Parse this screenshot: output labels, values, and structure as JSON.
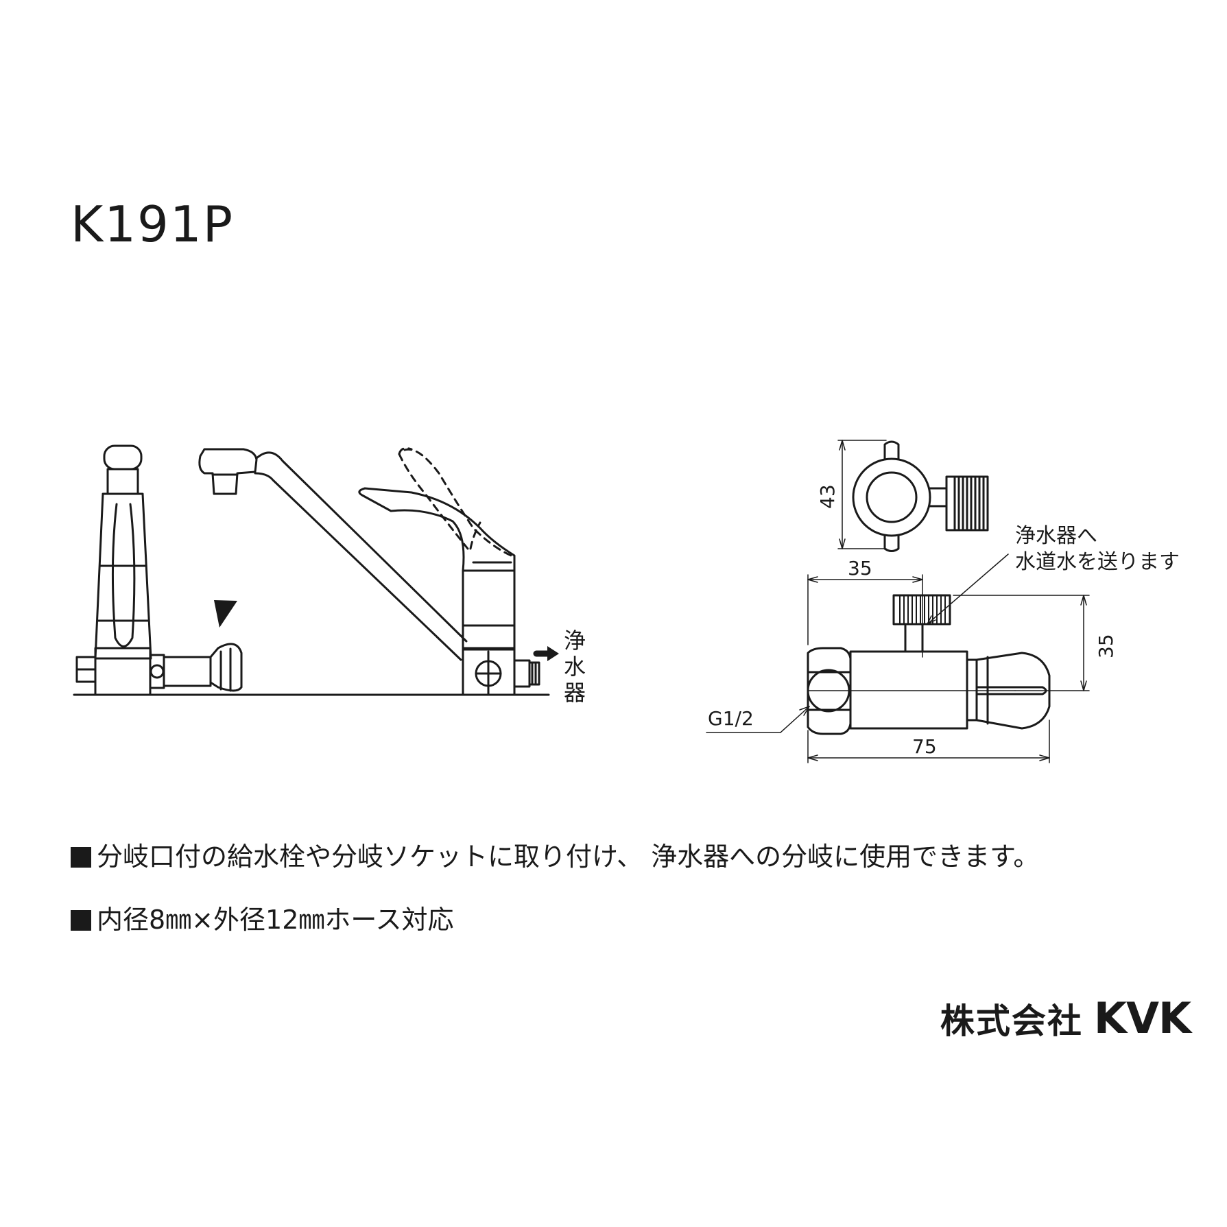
{
  "model": "K191P",
  "labels": {
    "purifier_vertical": [
      "浄",
      "水",
      "器"
    ],
    "dim_height": "43",
    "dim_top_width": "35",
    "dim_right_height": "35",
    "dim_total_width": "75",
    "thread": "G1/2",
    "callout_line1": "浄水器へ",
    "callout_line2": "水道水を送ります"
  },
  "notes": [
    "分岐口付の給水栓や分岐ソケットに取り付け、 浄水器への分岐に使用できます。",
    "内径8㎜×外径12㎜ホース対応"
  ],
  "company": {
    "name_ja": "株式会社",
    "name_en": "KVK"
  }
}
